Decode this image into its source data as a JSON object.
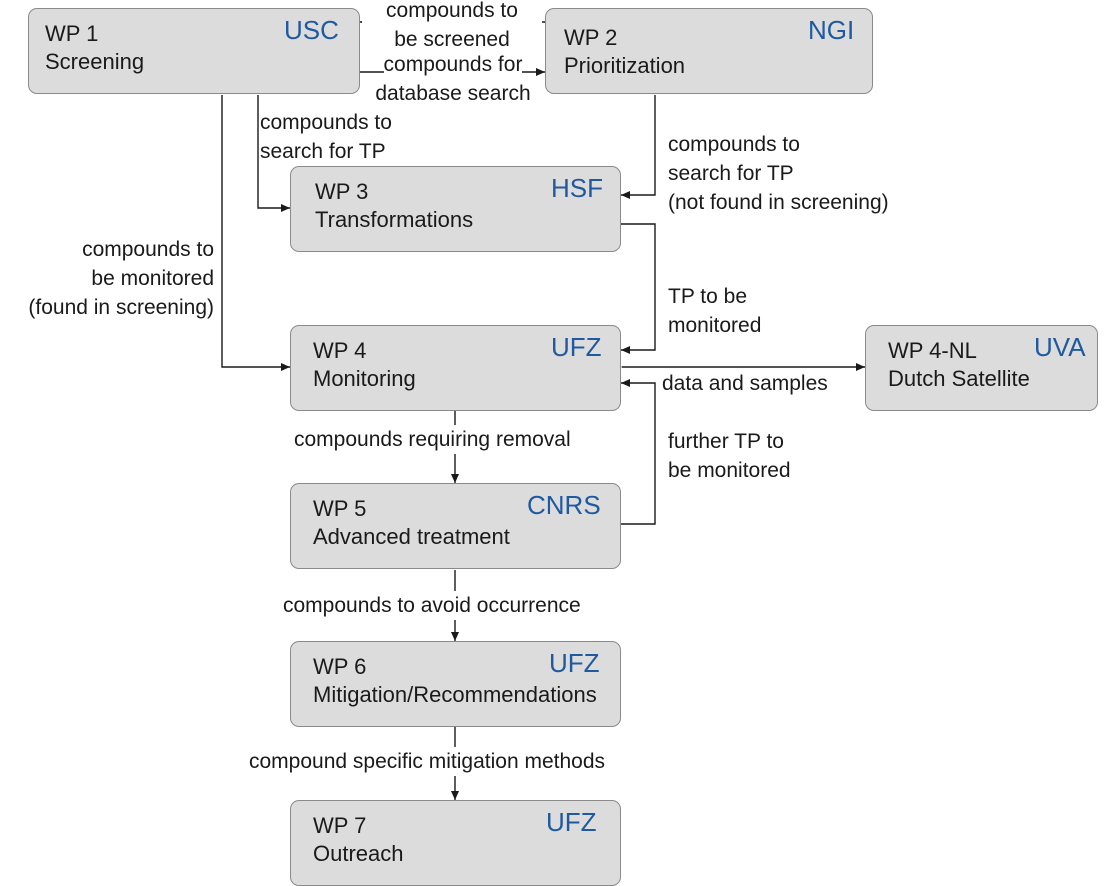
{
  "work_packages": [
    {
      "id": "WP 1",
      "name": "Screening",
      "org": "USC"
    },
    {
      "id": "WP 2",
      "name": "Prioritization",
      "org": "NGI"
    },
    {
      "id": "WP 3",
      "name": "Transformations",
      "org": "HSF"
    },
    {
      "id": "WP 4",
      "name": "Monitoring",
      "org": "UFZ"
    },
    {
      "id": "WP 4-NL",
      "name": "Dutch Satellite",
      "org": "UVA"
    },
    {
      "id": "WP 5",
      "name": "Advanced treatment",
      "org": "CNRS"
    },
    {
      "id": "WP 6",
      "name": "Mitigation/Recommendations",
      "org": "UFZ"
    },
    {
      "id": "WP 7",
      "name": "Outreach",
      "org": "UFZ"
    }
  ],
  "flows": {
    "wp2_to_wp1": [
      "compounds to",
      "be screened"
    ],
    "wp1_to_wp2": [
      "compounds for",
      "database search"
    ],
    "wp1_to_wp3": [
      "compounds to",
      "search for TP"
    ],
    "wp2_to_wp3": [
      "compounds to",
      "search for TP",
      "(not found in screening)"
    ],
    "wp1_to_wp4": [
      "compounds to",
      "be monitored",
      "(found in screening)"
    ],
    "wp3_to_wp4": [
      "TP to be",
      "monitored"
    ],
    "wp4_wp4nl": "data and samples",
    "wp4_to_wp5": "compounds requiring removal",
    "wp5_to_wp4": [
      "further TP to",
      "be monitored"
    ],
    "wp5_to_wp6": "compounds to avoid occurrence",
    "wp6_to_wp7": "compound specific mitigation methods"
  }
}
